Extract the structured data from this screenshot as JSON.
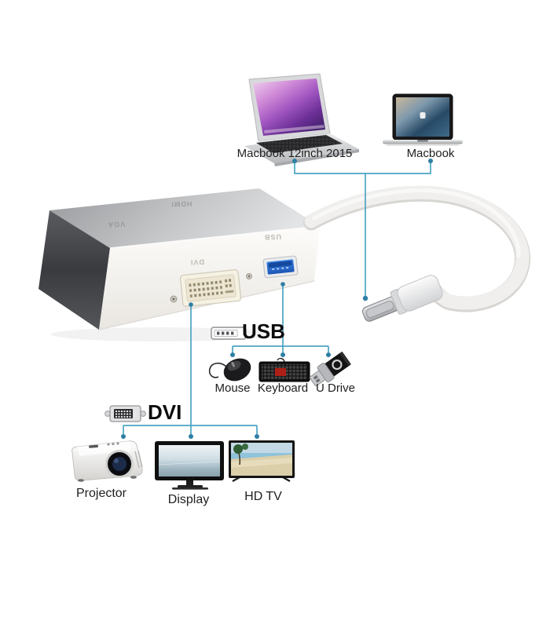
{
  "background": "#ffffff",
  "colors": {
    "connector_line": "#4ba4c3",
    "connector_dot": "#2e7fa4",
    "usb_port_blue": "#2b6fd0",
    "heading_text": "#0c0c0c",
    "label_text": "#1e1e1e",
    "hub_body_silver": "#c6c8ca",
    "hub_front_white": "#f4f2ee",
    "cable_white": "#f0efed"
  },
  "source_devices": {
    "laptop1_label": "Macbook 12inch 2015",
    "laptop2_label": "Macbook"
  },
  "hub": {
    "engraving_hdmi": "HDMI",
    "engraving_vga": "VGA",
    "engraving_dvi": "DVI",
    "engraving_usb": "USB"
  },
  "usb_group": {
    "heading": "USB",
    "devices": [
      {
        "label": "Mouse"
      },
      {
        "label": "Keyboard"
      },
      {
        "label": "U Drive"
      }
    ]
  },
  "dvi_group": {
    "heading": "DVI",
    "devices": [
      {
        "label": "Projector"
      },
      {
        "label": "Display"
      },
      {
        "label": "HD TV"
      }
    ]
  }
}
